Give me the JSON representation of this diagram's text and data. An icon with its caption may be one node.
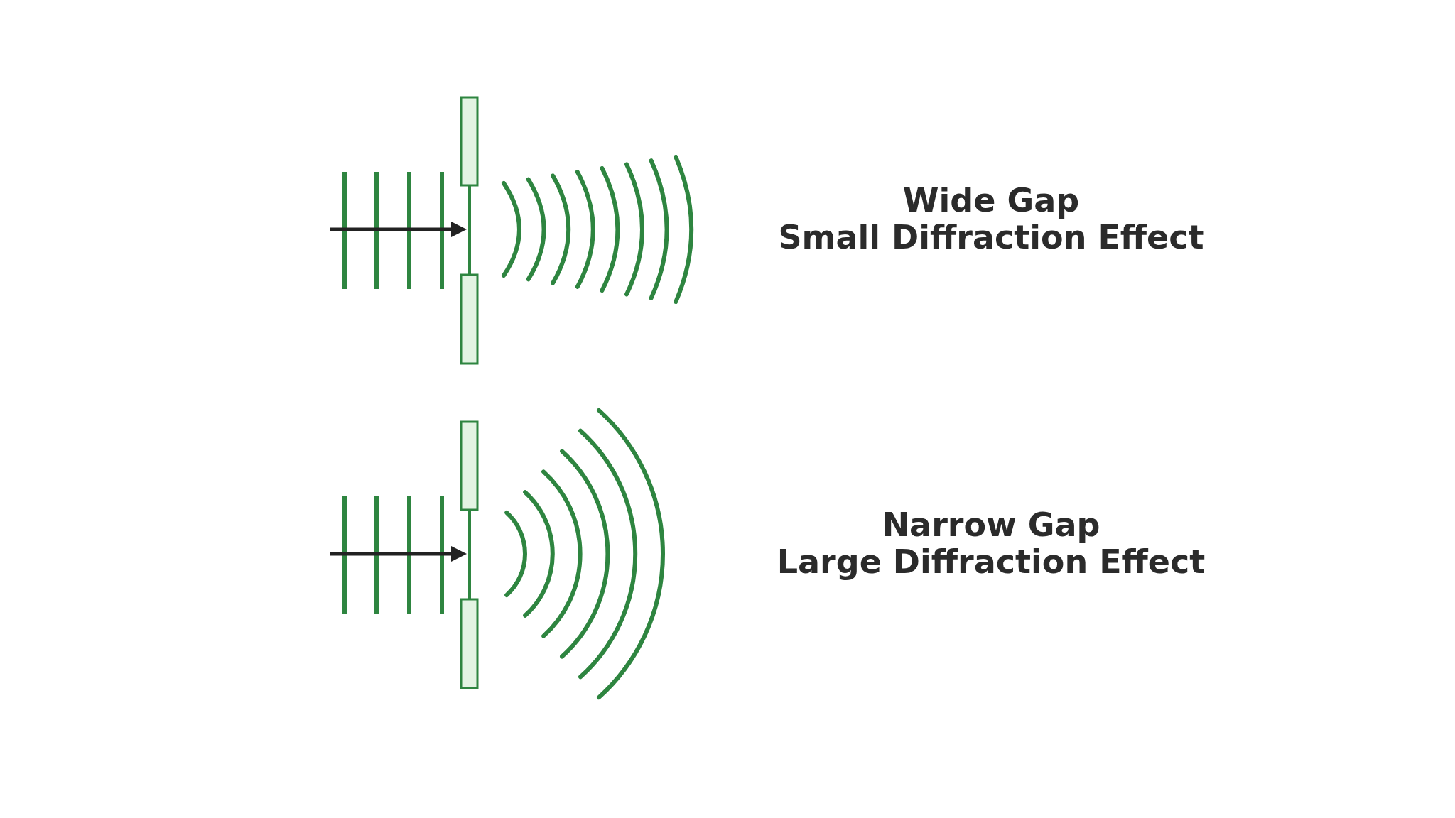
{
  "diagram": {
    "labels": [
      "Wide Gap",
      "Small Diffraction Effect",
      "Narrow Gap",
      "Large Diffraction Effect"
    ]
  }
}
